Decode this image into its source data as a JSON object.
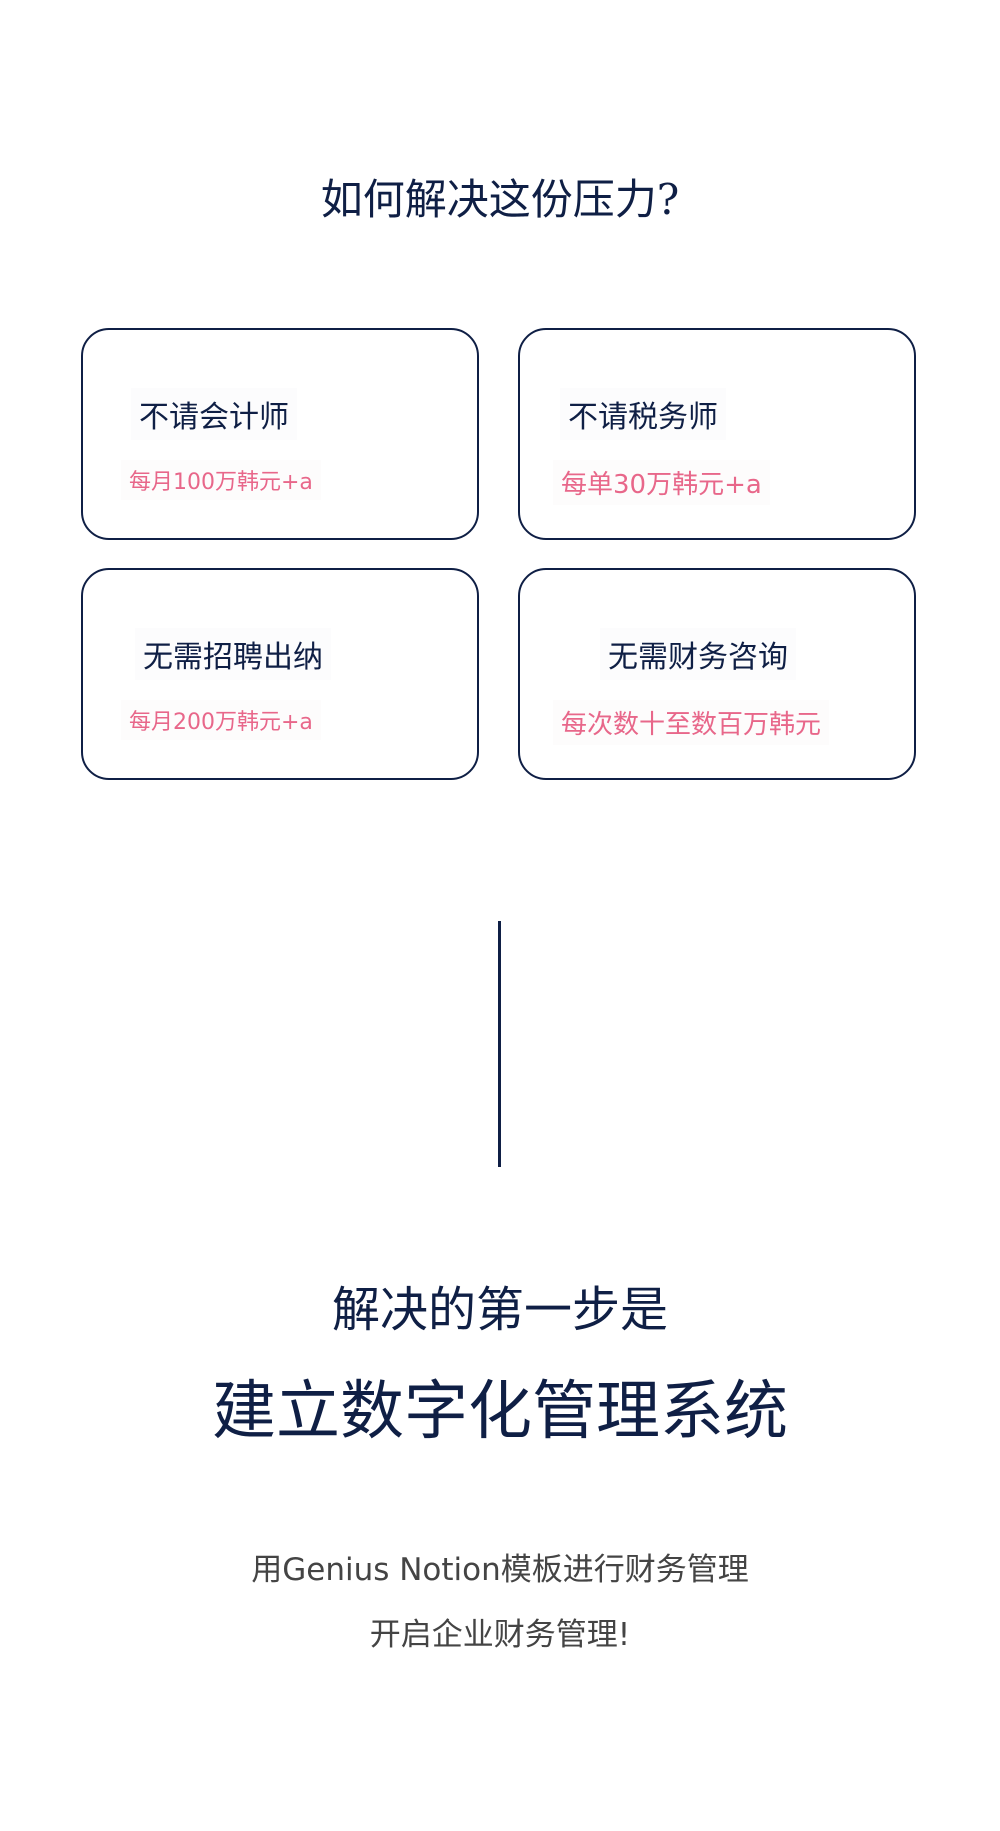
{
  "title": "如何解决这份压力?",
  "cards": [
    {
      "title": "不请会计师",
      "price": "每月100万韩元+a"
    },
    {
      "title": "不请税务师",
      "price": "每单30万韩元+a"
    },
    {
      "title": "无需招聘出纳",
      "price": "每月200万韩元+a"
    },
    {
      "title": "无需财务咨询",
      "price": "每次数十至数百万韩元"
    }
  ],
  "solution": {
    "line1": "解决的第一步是",
    "line2": "建立数字化管理系统"
  },
  "description": {
    "line1": "用Genius Notion模板进行财务管理",
    "line2": "开启企业财务管理!"
  },
  "colors": {
    "navy": "#0f1f45",
    "pink": "#e8678a",
    "gray": "#444444"
  }
}
